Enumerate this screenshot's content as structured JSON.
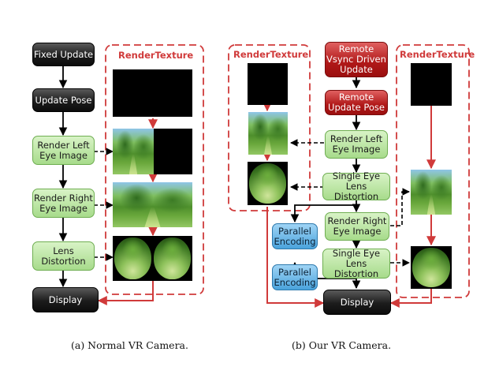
{
  "left": {
    "pipeline": [
      "Fixed Update",
      "Update Pose",
      "Render Left\nEye Image",
      "Render Right\nEye Image",
      "Lens\nDistortion",
      "Display"
    ],
    "render_texture_label": "RenderTexture",
    "caption": "(a)  Normal VR Camera."
  },
  "right": {
    "remote_vsync": "Remote\nVsync Driven\nUpdate",
    "remote_update_pose": "Remote\nUpdate Pose",
    "render_left": "Render Left\nEye Image",
    "single_eye_1": "Single Eye\nLens Distortion",
    "render_right": "Render Right\nEye Image",
    "single_eye_2": "Single Eye\nLens Distortion",
    "parallel_1": "Parallel\nEncoding",
    "parallel_2": "Parallel\nEncoding",
    "display": "Display",
    "render_texture_left_label": "RenderTexture",
    "render_texture_right_label": "RenderTexture",
    "caption": "(b)  Our VR Camera."
  },
  "colors": {
    "accent_red": "#d03a3a",
    "node_dark": "#1c1c1c",
    "node_green": "#a7db8b",
    "node_red": "#b01818",
    "node_blue": "#4aa3dc"
  }
}
